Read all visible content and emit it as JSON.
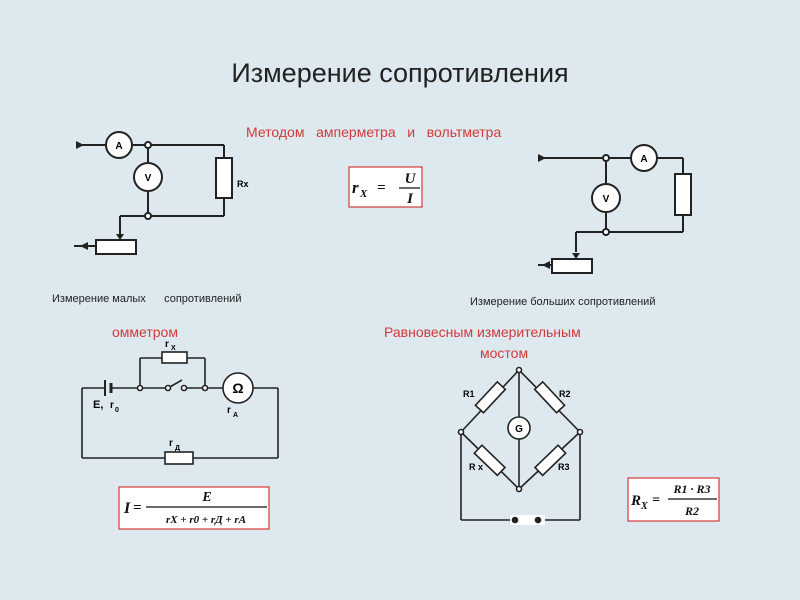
{
  "title": "Измерение сопротивления",
  "section_ammeter_voltmeter": "Методом   амперметра   и   вольтметра",
  "caption_small": "Измерение малых      сопротивлений",
  "caption_large": "Измерение больших сопротивлений",
  "section_ohmmeter": "омметром",
  "section_bridge_line1": "Равновесным измерительным",
  "section_bridge_line2": "мостом",
  "circuit1": {
    "ammeter": "A",
    "voltmeter": "V",
    "resistor": "Rx"
  },
  "circuit2": {
    "ammeter": "A",
    "voltmeter": "V"
  },
  "ohmmeter": {
    "rx_label": "r",
    "rx_sub": "X",
    "source_label": "E,",
    "r0_label": "r",
    "r0_sub": "0",
    "meter_symbol": "Ω",
    "ra_label": "r",
    "ra_sub": "A",
    "rd_label": "r",
    "rd_sub": "Д"
  },
  "bridge": {
    "r1": "R1",
    "r2": "R2",
    "rx": "R x",
    "r3": "R3",
    "g": "G"
  },
  "formula1": {
    "lhs": "r",
    "lhs_sub": "X",
    "eq": "=",
    "num": "U",
    "den": "I"
  },
  "formula2": {
    "lhs": "I",
    "eq": "=",
    "num": "E",
    "den": "rX + r0 + rД + rA"
  },
  "formula3": {
    "lhs": "R",
    "lhs_sub": "X",
    "eq": "=",
    "num": "R1 · R3",
    "den": "R2"
  }
}
